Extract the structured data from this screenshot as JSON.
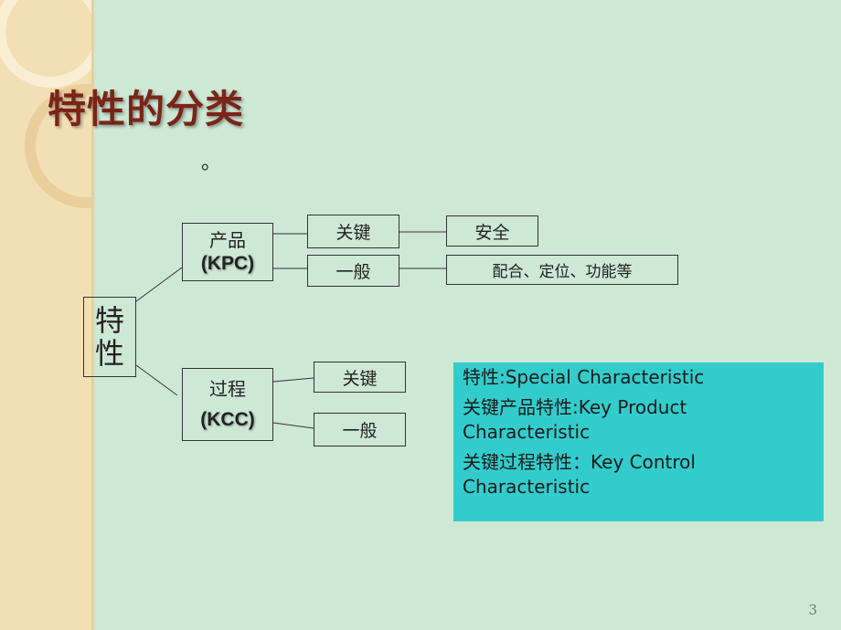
{
  "slide": {
    "title": "特性的分类",
    "stray_mark": "。",
    "page_number": "3"
  },
  "diagram": {
    "root": {
      "line1": "特",
      "line2": "性"
    },
    "product": {
      "label": "产品",
      "code": "(KPC)",
      "key": "关键",
      "general": "一般",
      "key_detail": "安全",
      "general_detail": "配合、定位、功能等"
    },
    "process": {
      "label": "过程",
      "code": "(KCC)",
      "key": "关键",
      "general": "一般"
    }
  },
  "definitions": [
    "特性:Special Characteristic",
    "关键产品特性:Key Product Characteristic",
    "关键过程特性：Key Control Characteristic"
  ],
  "colors": {
    "background": "#cde8d4",
    "sidebar": "#f3dfb4",
    "title": "#7a2418",
    "definition_box": "#33cccc"
  }
}
